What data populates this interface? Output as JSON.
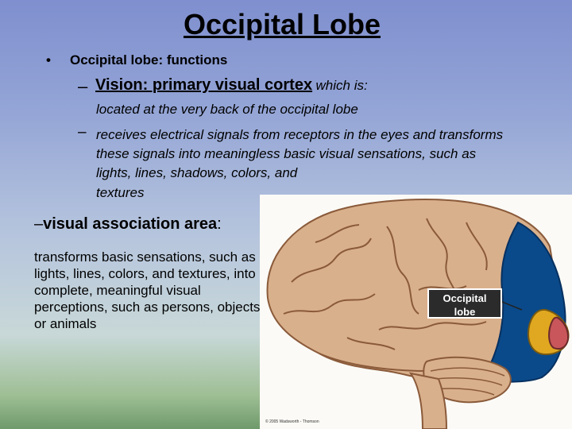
{
  "slide": {
    "title": "Occipital Lobe",
    "bullet": "Occipital lobe: functions",
    "vision_heading": "Vision:  primary visual cortex",
    "vision_which": "which is:",
    "vision_located": "located at the very back of the occipital lobe",
    "receives_text": "receives electrical signals from receptors in the eyes and transforms these signals into meaningless basic visual sensations, such as lights, lines, shadows, colors, and",
    "receives_tail": "textures",
    "assoc_heading": "visual association area",
    "assoc_colon": ":",
    "assoc_desc": "transforms basic sensations, such as lights, lines, colors, and textures, into complete, meaningful visual perceptions, such as persons, objects, or animals"
  },
  "figure": {
    "label_line1": "Occipital",
    "label_line2": "lobe",
    "credit": "© 2005 Wadsworth - Thomson"
  },
  "colors": {
    "brain": "#d9b08c",
    "occipital": "#0a4a8a",
    "primary_visual": "#e0a820",
    "inner": "#c8565a"
  }
}
